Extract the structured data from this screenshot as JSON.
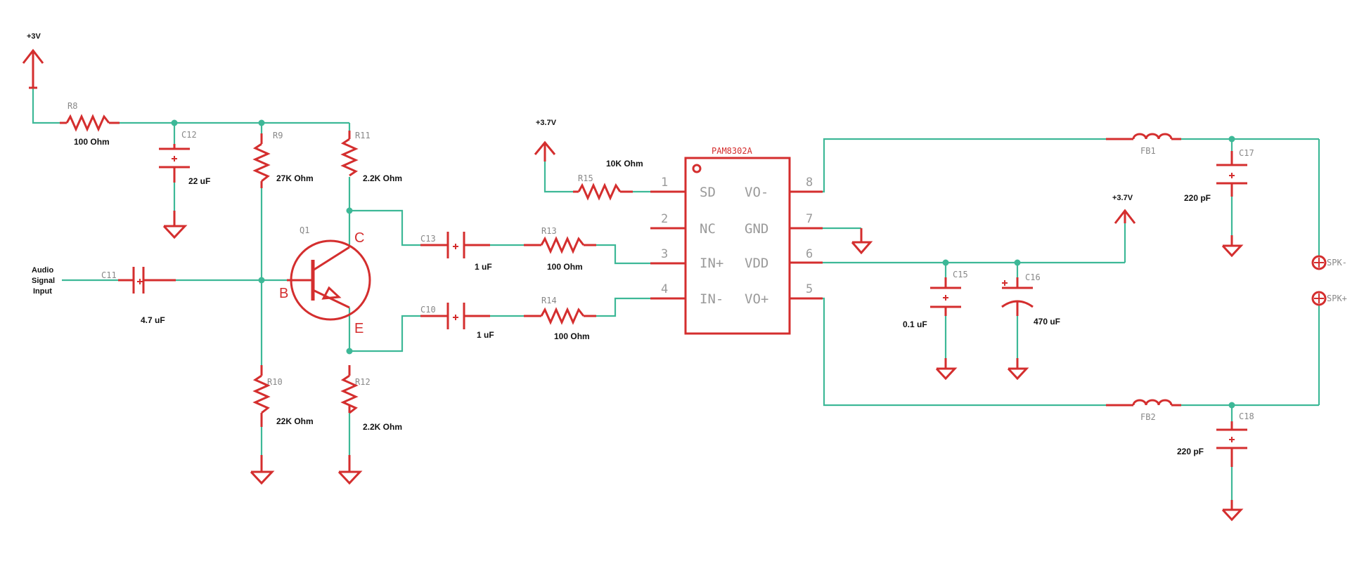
{
  "supply": {
    "v3": "+3V",
    "v37_a": "+3.7V",
    "v37_b": "+3.7V"
  },
  "input": {
    "line1": "Audio",
    "line2": "Signal",
    "line3": "Input"
  },
  "resistors": {
    "R8": {
      "ref": "R8",
      "value": "100 Ohm"
    },
    "R9": {
      "ref": "R9",
      "value": "27K Ohm"
    },
    "R10": {
      "ref": "R10",
      "value": "22K Ohm"
    },
    "R11": {
      "ref": "R11",
      "value": "2.2K Ohm"
    },
    "R12": {
      "ref": "R12",
      "value": "2.2K Ohm"
    },
    "R13": {
      "ref": "R13",
      "value": "100 Ohm"
    },
    "R14": {
      "ref": "R14",
      "value": "100 Ohm"
    },
    "R15": {
      "ref": "R15",
      "value": "10K Ohm"
    }
  },
  "capacitors": {
    "C11": {
      "ref": "C11",
      "value": "4.7 uF"
    },
    "C12": {
      "ref": "C12",
      "value": "22 uF"
    },
    "C13": {
      "ref": "C13",
      "value": "1 uF"
    },
    "C10": {
      "ref": "C10",
      "value": "1 uF"
    },
    "C15": {
      "ref": "C15",
      "value": "0.1 uF"
    },
    "C16": {
      "ref": "C16",
      "value": "470 uF"
    },
    "C17": {
      "ref": "C17",
      "value": "220 pF"
    },
    "C18": {
      "ref": "C18",
      "value": "220 pF"
    }
  },
  "transistor": {
    "ref": "Q1",
    "base": "B",
    "collector": "C",
    "emitter": "E"
  },
  "ic": {
    "name": "PAM8302A",
    "pins": [
      {
        "num": "1",
        "name": "SD"
      },
      {
        "num": "2",
        "name": "NC"
      },
      {
        "num": "3",
        "name": "IN+"
      },
      {
        "num": "4",
        "name": "IN-"
      },
      {
        "num": "5",
        "name": "VO+"
      },
      {
        "num": "6",
        "name": "VDD"
      },
      {
        "num": "7",
        "name": "GND"
      },
      {
        "num": "8",
        "name": "VO-"
      }
    ]
  },
  "ferrites": {
    "FB1": "FB1",
    "FB2": "FB2"
  },
  "speaker": {
    "minus": "SPK-",
    "plus": "SPK+"
  }
}
